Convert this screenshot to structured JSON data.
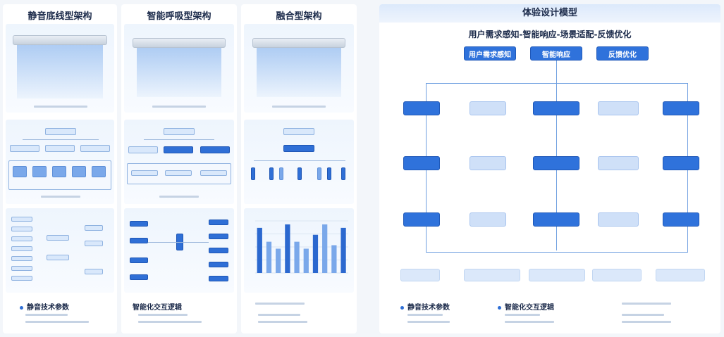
{
  "columns": [
    {
      "title": "静音底线型架构"
    },
    {
      "title": "智能呼吸型架构"
    },
    {
      "title": "融合型架构"
    }
  ],
  "footers": [
    {
      "label": "静音技术参数"
    },
    {
      "label": "智能化交互逻辑"
    },
    {
      "label": ""
    }
  ],
  "model": {
    "title": "体验设计模型",
    "subtitle": "用户需求感知-智能响应-场景适配-反馈优化",
    "top_nodes": [
      "用户需求感知",
      "智能响应",
      "反馈优化"
    ],
    "footer_labels": [
      "静音技术参数",
      "智能化交互逻辑"
    ]
  },
  "chart_data": {
    "type": "bar",
    "values": [
      26,
      18,
      14,
      28,
      18,
      14,
      22,
      28,
      16,
      26
    ]
  },
  "colors": {
    "primary": "#2f72db",
    "light": "#cfe0f8",
    "text": "#1b2a4a"
  }
}
